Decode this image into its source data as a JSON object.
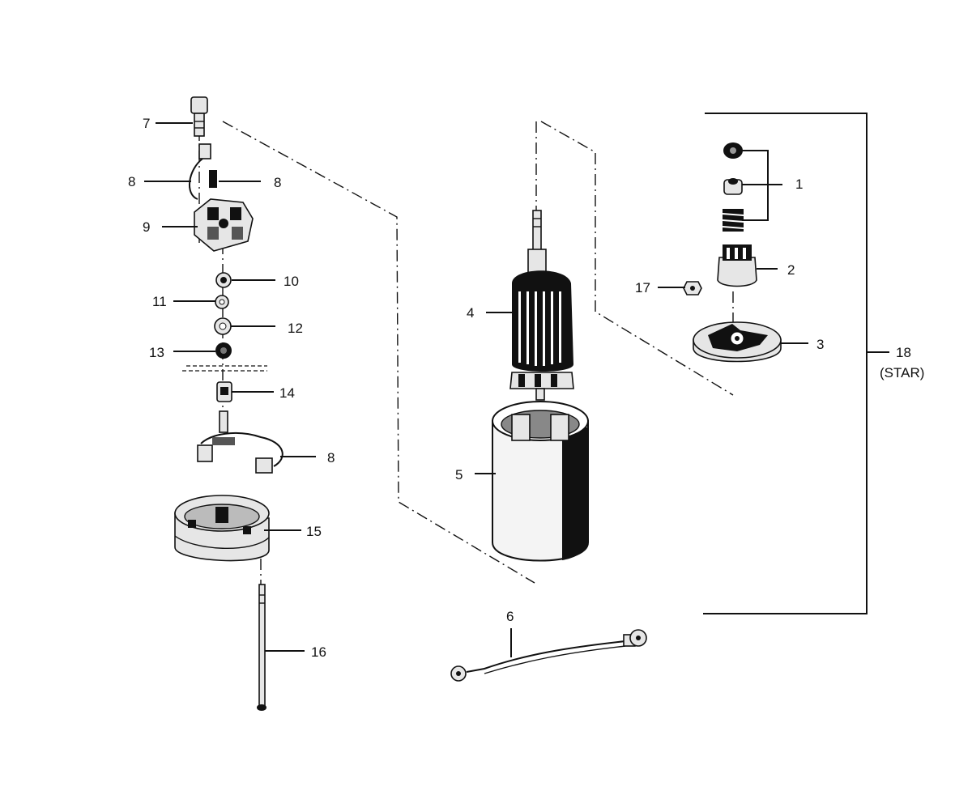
{
  "parts": [
    {
      "id": "p1",
      "label": "1"
    },
    {
      "id": "p2",
      "label": "2"
    },
    {
      "id": "p3",
      "label": "3"
    },
    {
      "id": "p4",
      "label": "4"
    },
    {
      "id": "p5",
      "label": "5"
    },
    {
      "id": "p6",
      "label": "6"
    },
    {
      "id": "p7",
      "label": "7"
    },
    {
      "id": "p8a",
      "label": "8"
    },
    {
      "id": "p8b",
      "label": "8"
    },
    {
      "id": "p8c",
      "label": "8"
    },
    {
      "id": "p9",
      "label": "9"
    },
    {
      "id": "p10",
      "label": "10"
    },
    {
      "id": "p11",
      "label": "11"
    },
    {
      "id": "p12",
      "label": "12"
    },
    {
      "id": "p13",
      "label": "13"
    },
    {
      "id": "p14",
      "label": "14"
    },
    {
      "id": "p15",
      "label": "15"
    },
    {
      "id": "p16",
      "label": "16"
    },
    {
      "id": "p17",
      "label": "17"
    }
  ],
  "assembly": {
    "label": "18",
    "sublabel": "(STAR)"
  }
}
